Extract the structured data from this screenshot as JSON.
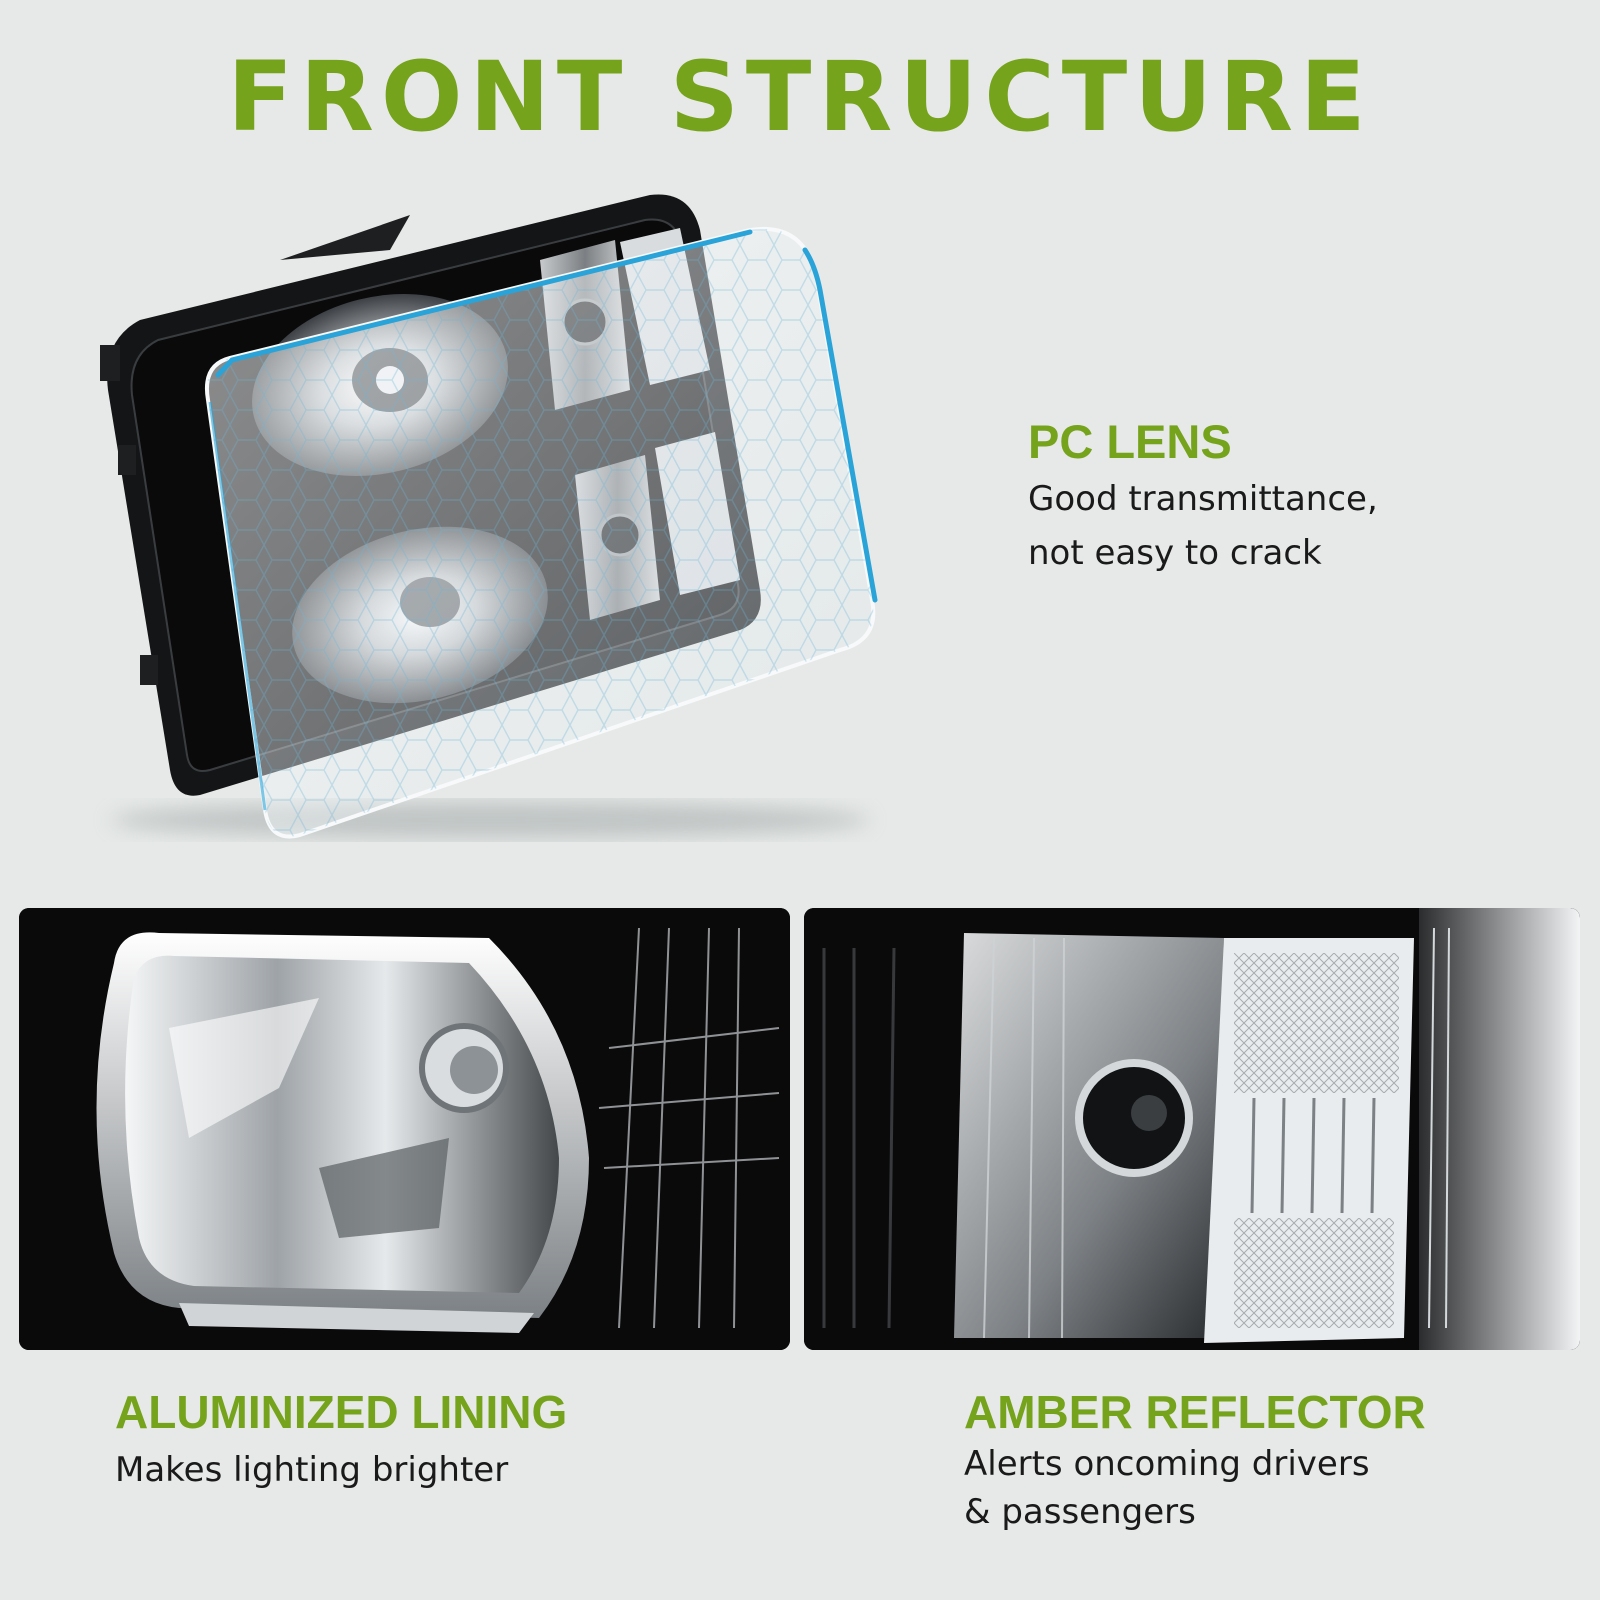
{
  "title": "FRONT STRUCTURE",
  "features": {
    "pc_lens": {
      "heading": "PC LENS",
      "desc_line1": "Good transmittance,",
      "desc_line2": "not easy to crack"
    },
    "aluminized_lining": {
      "heading": "ALUMINIZED LINING",
      "desc_line1": "Makes lighting brighter"
    },
    "amber_reflector": {
      "heading": "AMBER REFLECTOR",
      "desc_line1": "Alerts oncoming drivers",
      "desc_line2": "& passengers"
    }
  },
  "colors": {
    "accent": "#76a31c",
    "background": "#e6e9e7",
    "text": "#1a1a1a"
  }
}
